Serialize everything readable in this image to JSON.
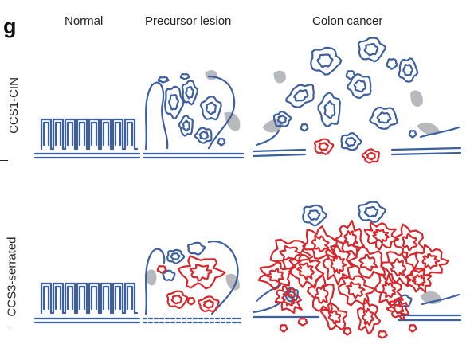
{
  "panel_letter": "g",
  "columns": [
    "Normal",
    "Precursor lesion",
    "Colon cancer"
  ],
  "rows": [
    "CCS1-CIN",
    "CCS3-serrated"
  ],
  "colors": {
    "normal_crypt": "#3b5fa0",
    "cancer_cell": "#d8262a",
    "stroma": "#b7b9bd"
  }
}
